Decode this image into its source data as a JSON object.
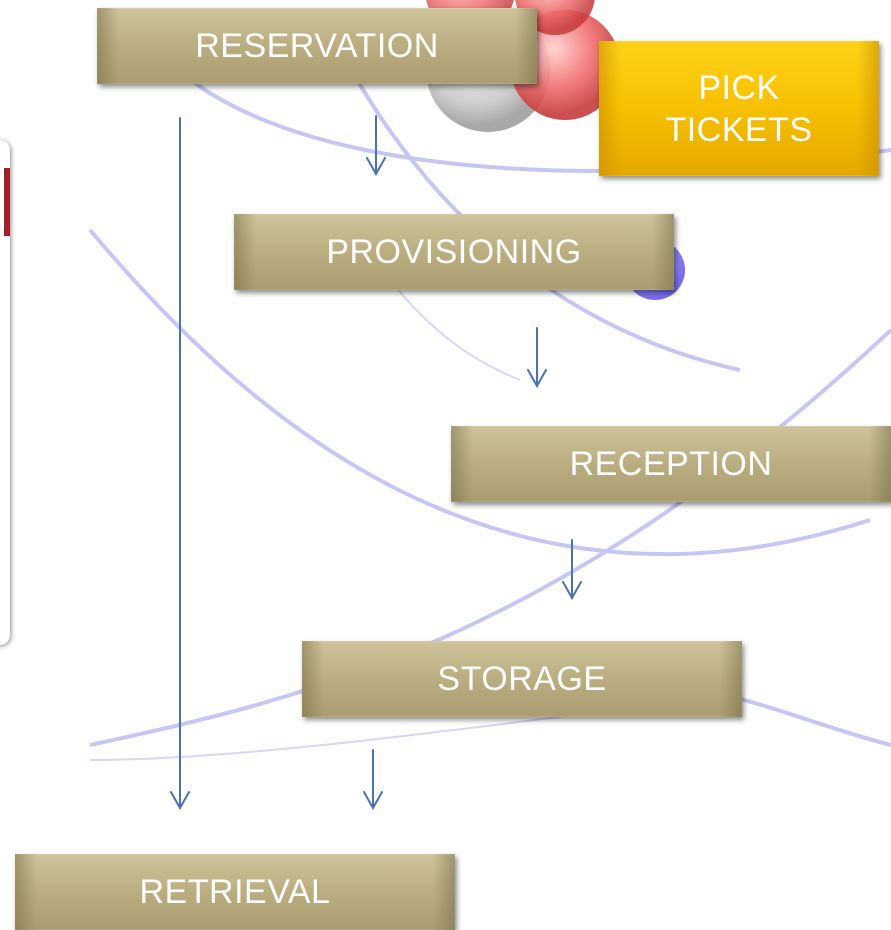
{
  "steps": {
    "reservation": "RESERVATION",
    "pick_tickets_line1": "PICK",
    "pick_tickets_line2": "TICKETS",
    "provisioning": "PROVISIONING",
    "reception": "RECEPTION",
    "storage": "STORAGE",
    "retrieval": "RETRIEVAL"
  },
  "colors": {
    "step_box": "#bcb083",
    "highlight_box": "#f7c000",
    "arrow": "#4a72b0",
    "background_orbit": "#5b5fe0"
  }
}
